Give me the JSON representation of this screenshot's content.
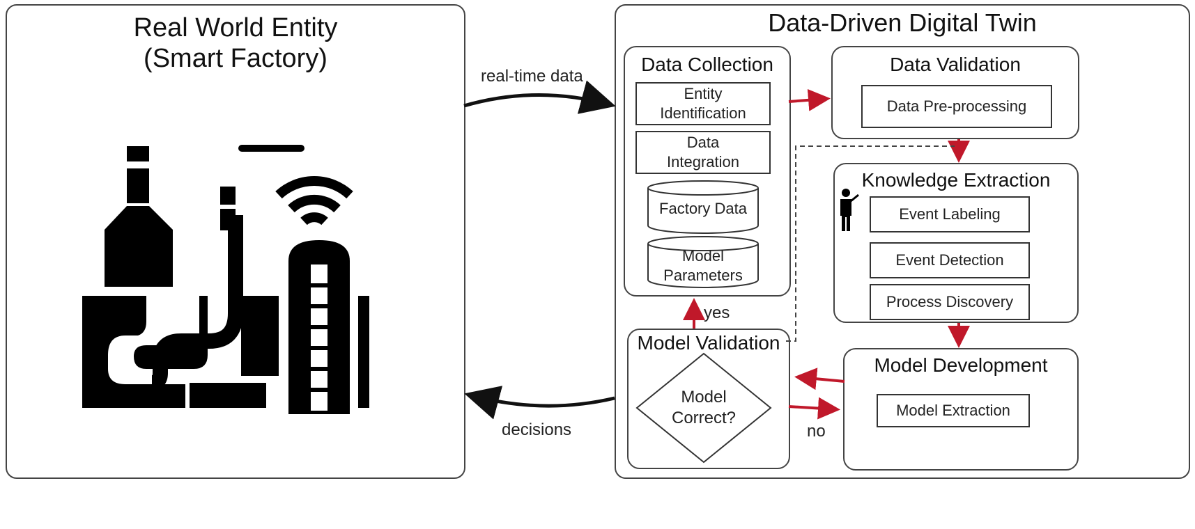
{
  "left_panel": {
    "title_line1": "Real World Entity",
    "title_line2": "(Smart Factory)",
    "icon": "smart-factory-icon"
  },
  "right_panel": {
    "title": "Data-Driven Digital Twin"
  },
  "arrows": {
    "top_label": "real-time data",
    "bottom_label": "decisions",
    "yes_label": "yes",
    "no_label": "no"
  },
  "data_collection": {
    "title": "Data Collection",
    "entity_id_line1": "Entity",
    "entity_id_line2": "Identification",
    "integration_line1": "Data",
    "integration_line2": "Integration",
    "factory_data": "Factory Data",
    "model_params_line1": "Model",
    "model_params_line2": "Parameters"
  },
  "data_validation": {
    "title": "Data Validation",
    "preprocessing": "Data Pre-processing"
  },
  "knowledge_extraction": {
    "title": "Knowledge Extraction",
    "icon": "person-icon",
    "event_labeling": "Event Labeling",
    "event_detection": "Event Detection",
    "process_discovery": "Process Discovery"
  },
  "model_development": {
    "title": "Model Development",
    "extraction": "Model Extraction"
  },
  "model_validation": {
    "title": "Model Validation",
    "decision_line1": "Model",
    "decision_line2": "Correct?"
  },
  "colors": {
    "flow_arrow": "#c0182a",
    "main_arrow": "#111111",
    "border": "#444444"
  }
}
